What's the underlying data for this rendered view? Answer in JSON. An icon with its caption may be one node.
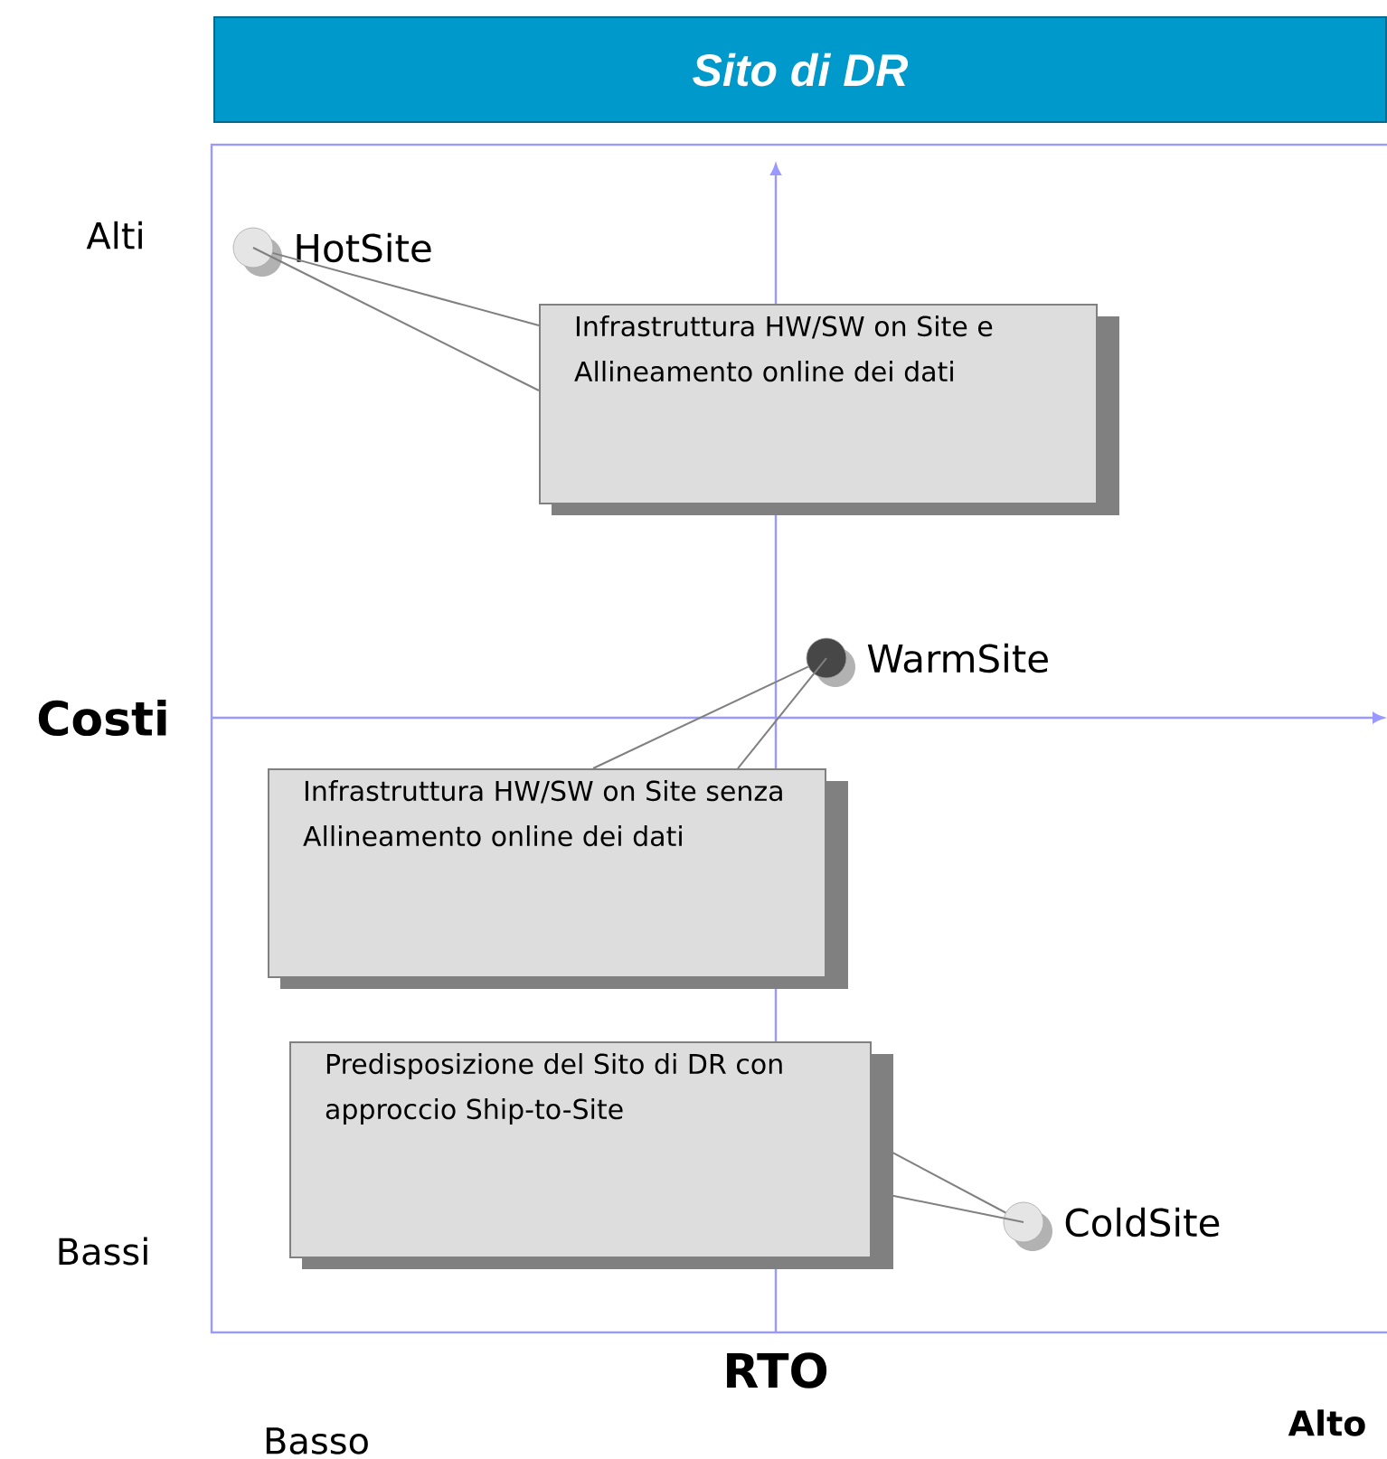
{
  "diagram": {
    "title": "Sito di DR",
    "nodes": [
      {
        "text": [],
        "shape": "circle",
        "beside": [
          "HotSite"
        ]
      },
      {
        "text": [
          "Infrastruttura HW/SW on Site e Allineamento online dei dati"
        ]
      },
      {
        "text": [],
        "shape": "circle",
        "beside": [
          "WarmSite"
        ]
      },
      {
        "text": [
          "Infrastruttura HW/SW on Site senza Allineamento online dei dati"
        ]
      },
      {
        "text": [],
        "shape": "circle",
        "beside": [
          "ColdSite"
        ]
      },
      {
        "text": [
          "Predisposizione del Sito di DR con approccio Ship-to-Site"
        ]
      }
    ],
    "edges": [
      {
        "from": 1,
        "to": 0,
        "arrow": "none"
      },
      {
        "from": 3,
        "to": 2,
        "arrow": "none"
      },
      {
        "from": 5,
        "to": 4,
        "arrow": "none"
      }
    ],
    "labels": [
      "Alti",
      "Costi",
      "Bassi",
      "RTO",
      "Basso",
      "Alto"
    ]
  }
}
